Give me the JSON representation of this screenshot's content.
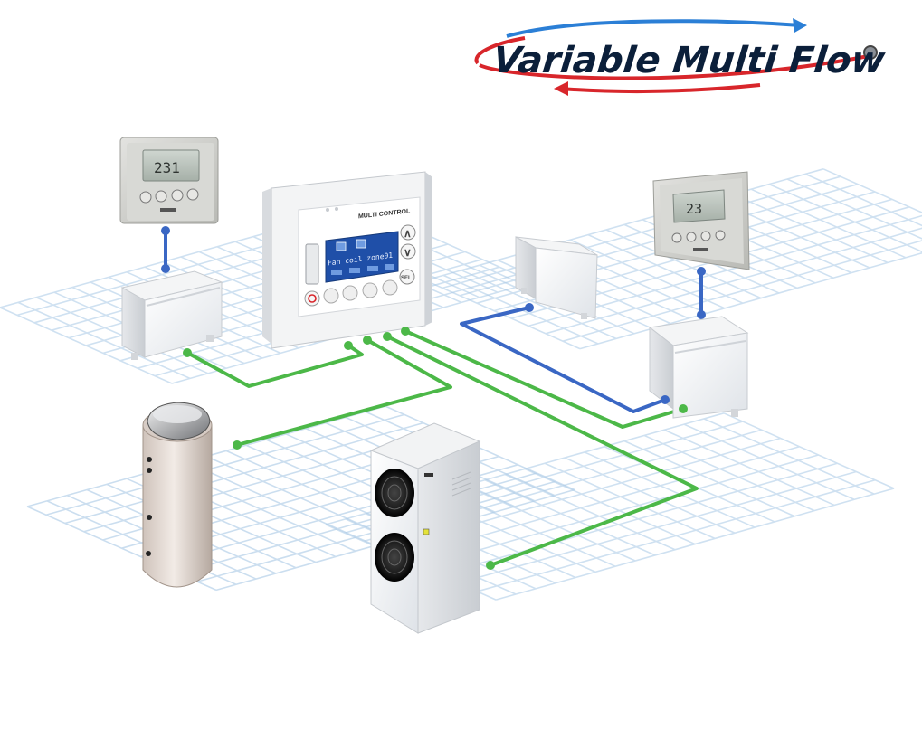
{
  "logo": {
    "text": "Variable Multi Flow",
    "text_color": "#0b1f3a",
    "arrow_top_color": "#2b7fd6",
    "arrow_bottom_color": "#d8262b"
  },
  "controller": {
    "label": "MULTI CONTROL",
    "screen_text": "Fan coil zone01",
    "up_key": "∧",
    "down_key": "∨",
    "side_key": "SEL"
  },
  "thermostats": [
    {
      "display": "231"
    },
    {
      "display": "23"
    }
  ],
  "colors": {
    "bus_green": "#4cb848",
    "bus_blue": "#3a67c4",
    "grid_line": "#a9c9e6",
    "lcd_blue": "#1f4fa8"
  }
}
